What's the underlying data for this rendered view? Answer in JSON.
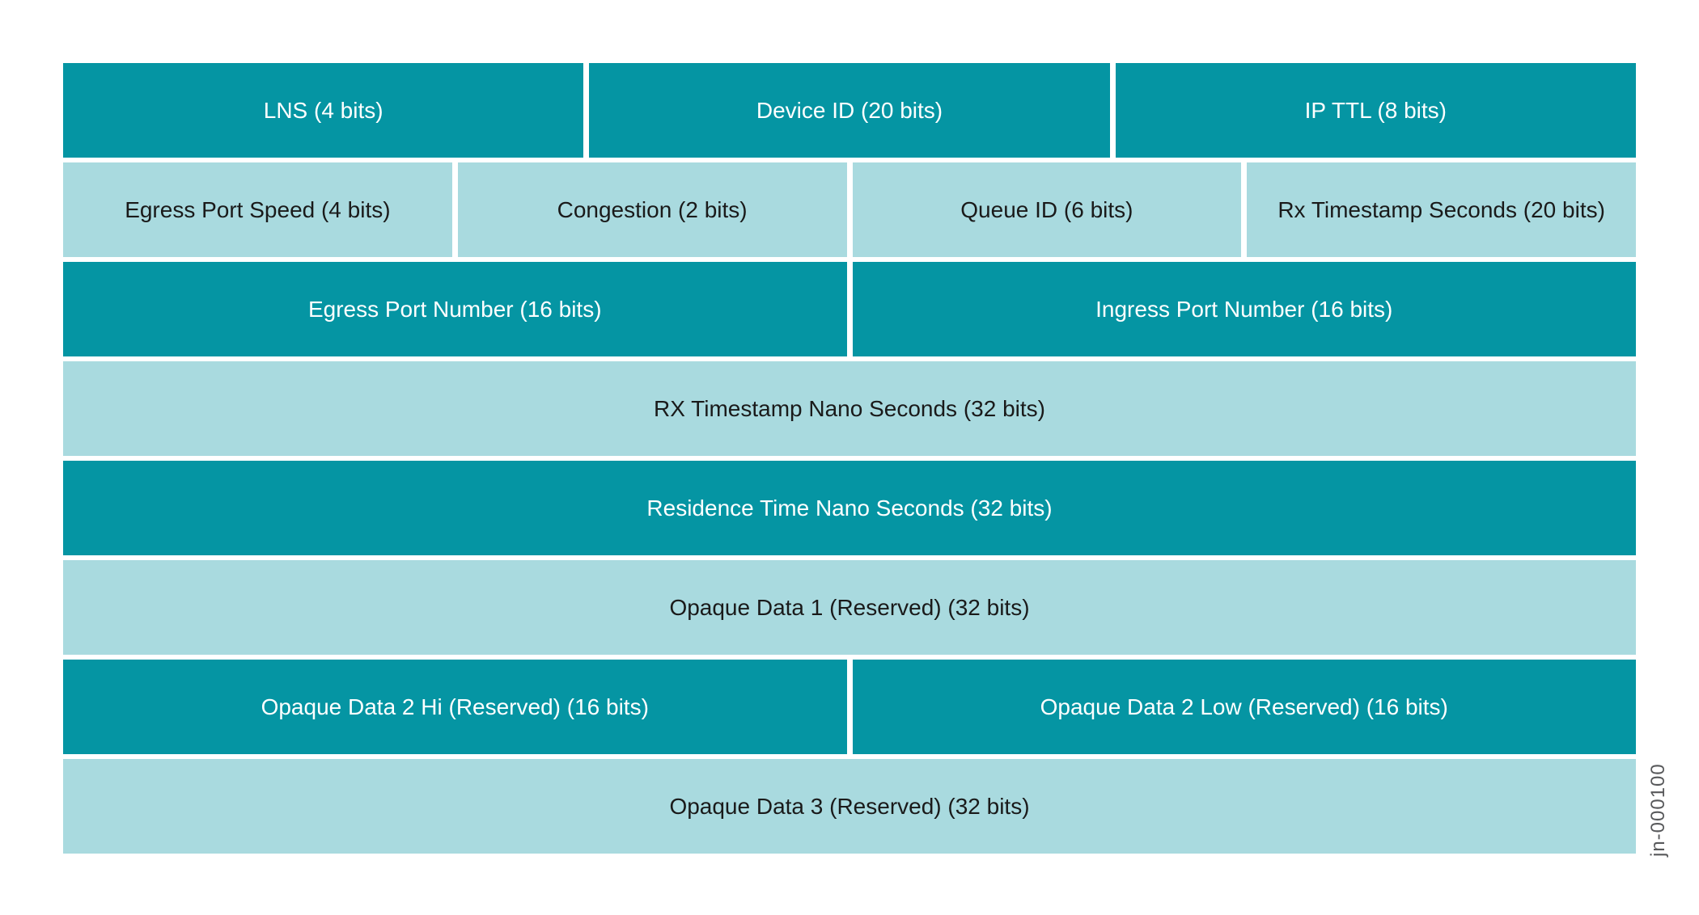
{
  "figure_label": "jn-000100",
  "colors": {
    "dark-teal": "#0595a3",
    "light-teal": "#a9dadf",
    "divider": "#ffffff",
    "text-on-dark": "#ffffff",
    "text-on-light": "#1a1a1a",
    "figure-label-gray": "#58595b"
  },
  "diagram": {
    "rows": [
      {
        "theme": "dark",
        "cells": [
          {
            "label": "LNS (4 bits)"
          },
          {
            "label": "Device ID (20 bits)"
          },
          {
            "label": "IP TTL (8 bits)"
          }
        ]
      },
      {
        "theme": "light",
        "cells": [
          {
            "label": "Egress Port Speed (4 bits)"
          },
          {
            "label": "Congestion (2 bits)"
          },
          {
            "label": "Queue ID (6 bits)"
          },
          {
            "label": "Rx Timestamp Seconds (20 bits)"
          }
        ]
      },
      {
        "theme": "dark",
        "cells": [
          {
            "label": "Egress Port Number (16 bits)"
          },
          {
            "label": "Ingress Port Number (16 bits)"
          }
        ]
      },
      {
        "theme": "light",
        "cells": [
          {
            "label": "RX Timestamp Nano Seconds (32 bits)"
          }
        ]
      },
      {
        "theme": "dark",
        "cells": [
          {
            "label": "Residence Time Nano Seconds (32 bits)"
          }
        ]
      },
      {
        "theme": "light",
        "cells": [
          {
            "label": "Opaque Data 1 (Reserved) (32 bits)"
          }
        ]
      },
      {
        "theme": "dark",
        "cells": [
          {
            "label": "Opaque Data 2 Hi (Reserved) (16 bits)"
          },
          {
            "label": "Opaque Data 2 Low (Reserved) (16 bits)"
          }
        ]
      },
      {
        "theme": "light",
        "cells": [
          {
            "label": "Opaque Data 3 (Reserved) (32 bits)"
          }
        ]
      }
    ]
  }
}
